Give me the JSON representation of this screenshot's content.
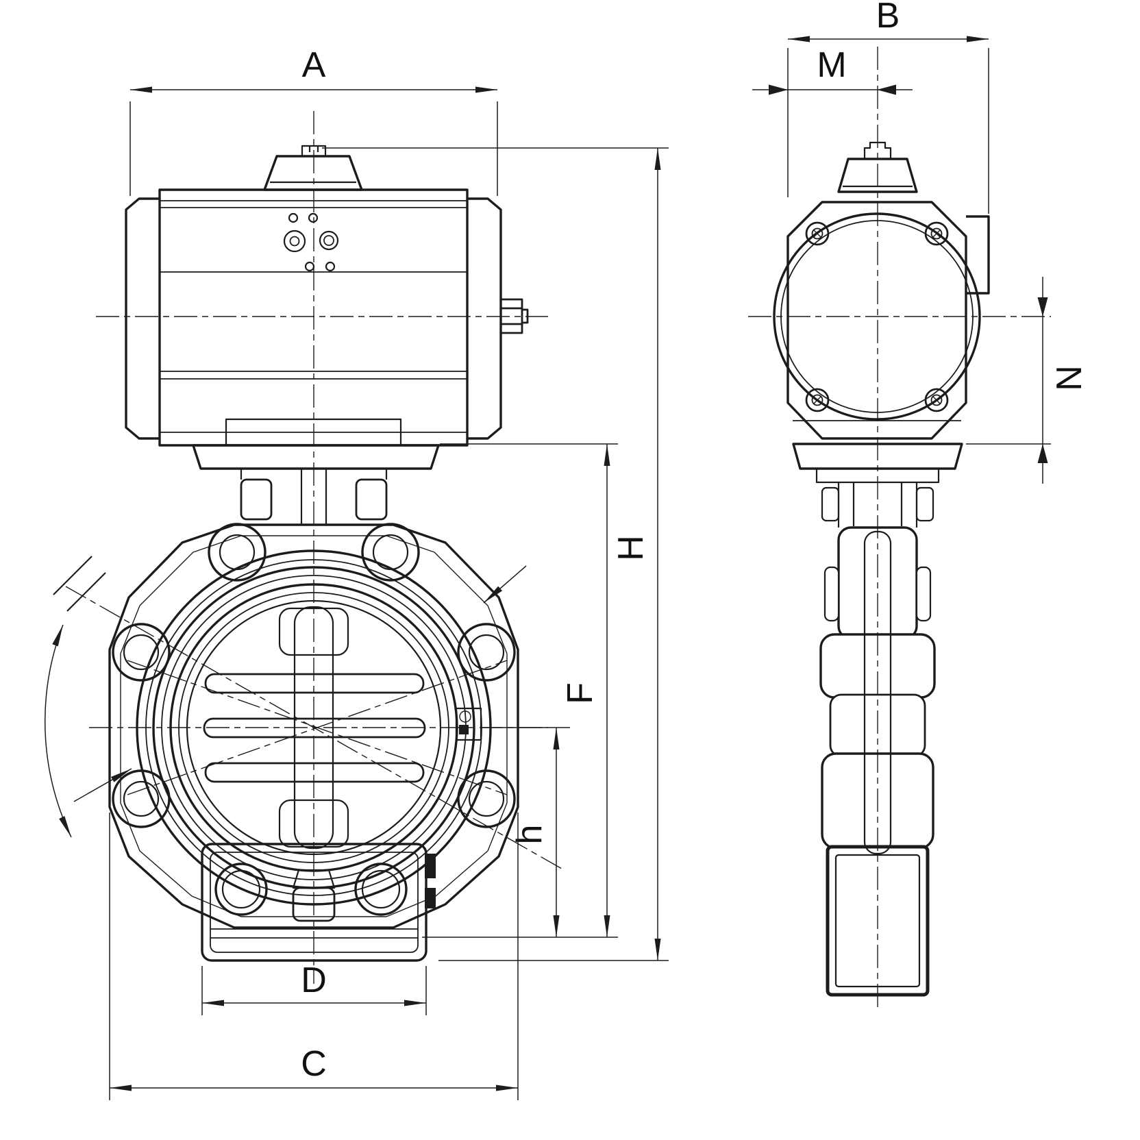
{
  "drawing": {
    "dimension_labels": {
      "A": "A",
      "B": "B",
      "C": "C",
      "D": "D",
      "F": "F",
      "H": "H",
      "M": "M",
      "N": "N",
      "h": "h"
    },
    "colors": {
      "line": "#1c1c1c",
      "background": "#ffffff"
    }
  }
}
